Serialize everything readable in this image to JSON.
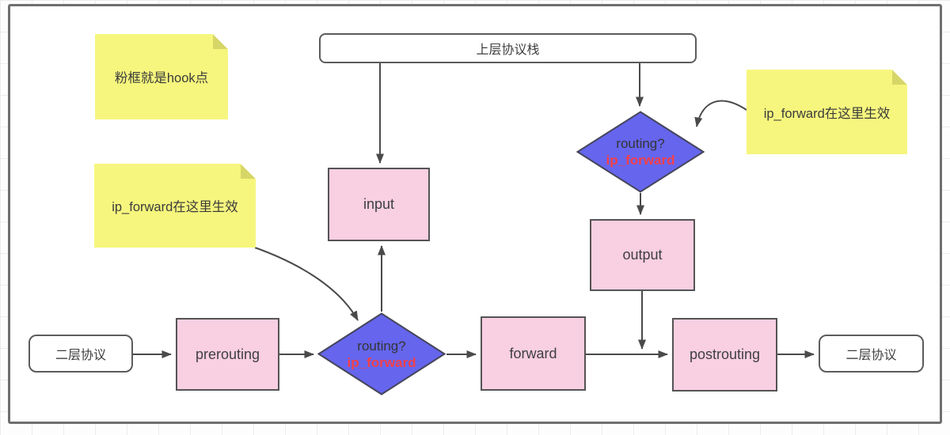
{
  "colors": {
    "pink_fill": "#f9cfe2",
    "blue_fill": "#6565ee",
    "yellow_fill": "#f6f67e",
    "yellow_fold": "#d6d668",
    "red_text": "#f5404a",
    "dark_text": "#3f3f3f",
    "frame_border": "#6f6f6f",
    "arrow_stroke": "#4a4a4a"
  },
  "notes": {
    "hook": {
      "text": "粉框就是hook点"
    },
    "ipforward_left": {
      "text": "ip_forward在这里生效"
    },
    "ipforward_right": {
      "text": "ip_forward在这里生效"
    }
  },
  "nodes": {
    "upper_stack": {
      "label": "上层协议栈"
    },
    "input": {
      "label": "input"
    },
    "output": {
      "label": "output"
    },
    "prerouting": {
      "label": "prerouting"
    },
    "forward": {
      "label": "forward"
    },
    "postrouting": {
      "label": "postrouting"
    },
    "l2_left": {
      "label": "二层协议"
    },
    "l2_right": {
      "label": "二层协议"
    }
  },
  "decisions": {
    "upper": {
      "question": "routing?",
      "annotation": "ip_forward"
    },
    "lower": {
      "question": "routing?",
      "annotation": "ip_forward"
    }
  }
}
